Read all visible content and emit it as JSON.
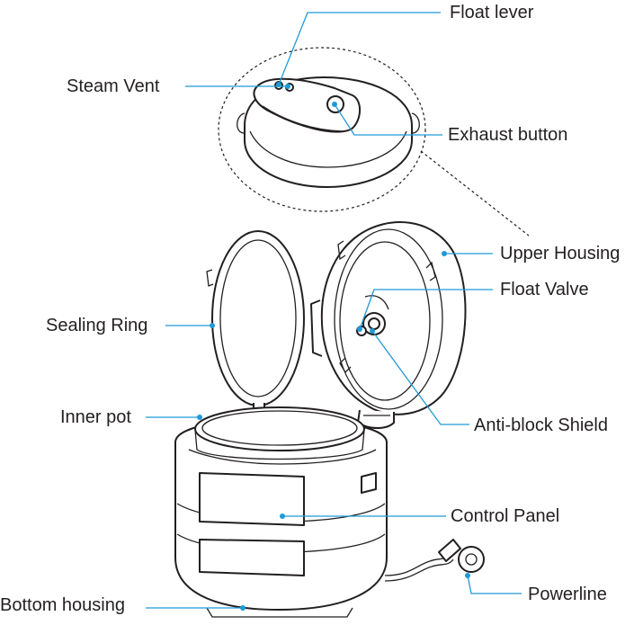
{
  "labels": {
    "float_lever": "Float lever",
    "steam_vent": "Steam Vent",
    "exhaust_button": "Exhaust button",
    "upper_housing": "Upper Housing",
    "float_valve": "Float Valve",
    "sealing_ring": "Sealing Ring",
    "anti_block_shield": "Anti-block Shield",
    "inner_pot": "Inner pot",
    "control_panel": "Control Panel",
    "powerline": "Powerline",
    "bottom_housing": "Bottom housing"
  },
  "colors": {
    "leader": "#1f9ad6",
    "outline": "#231f20",
    "background": "#ffffff"
  }
}
